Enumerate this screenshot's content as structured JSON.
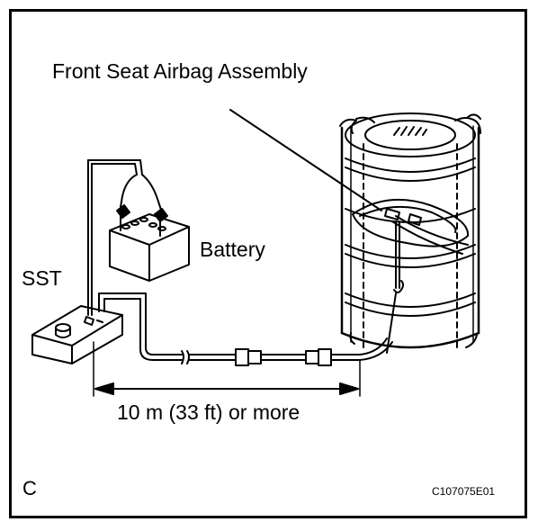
{
  "labels": {
    "title": "Front Seat Airbag Assembly",
    "battery": "Battery",
    "sst": "SST",
    "distance": "10 m (33 ft) or more",
    "corner_letter": "C",
    "figure_code": "C107075E01"
  },
  "colors": {
    "line": "#000000",
    "background": "#ffffff"
  }
}
